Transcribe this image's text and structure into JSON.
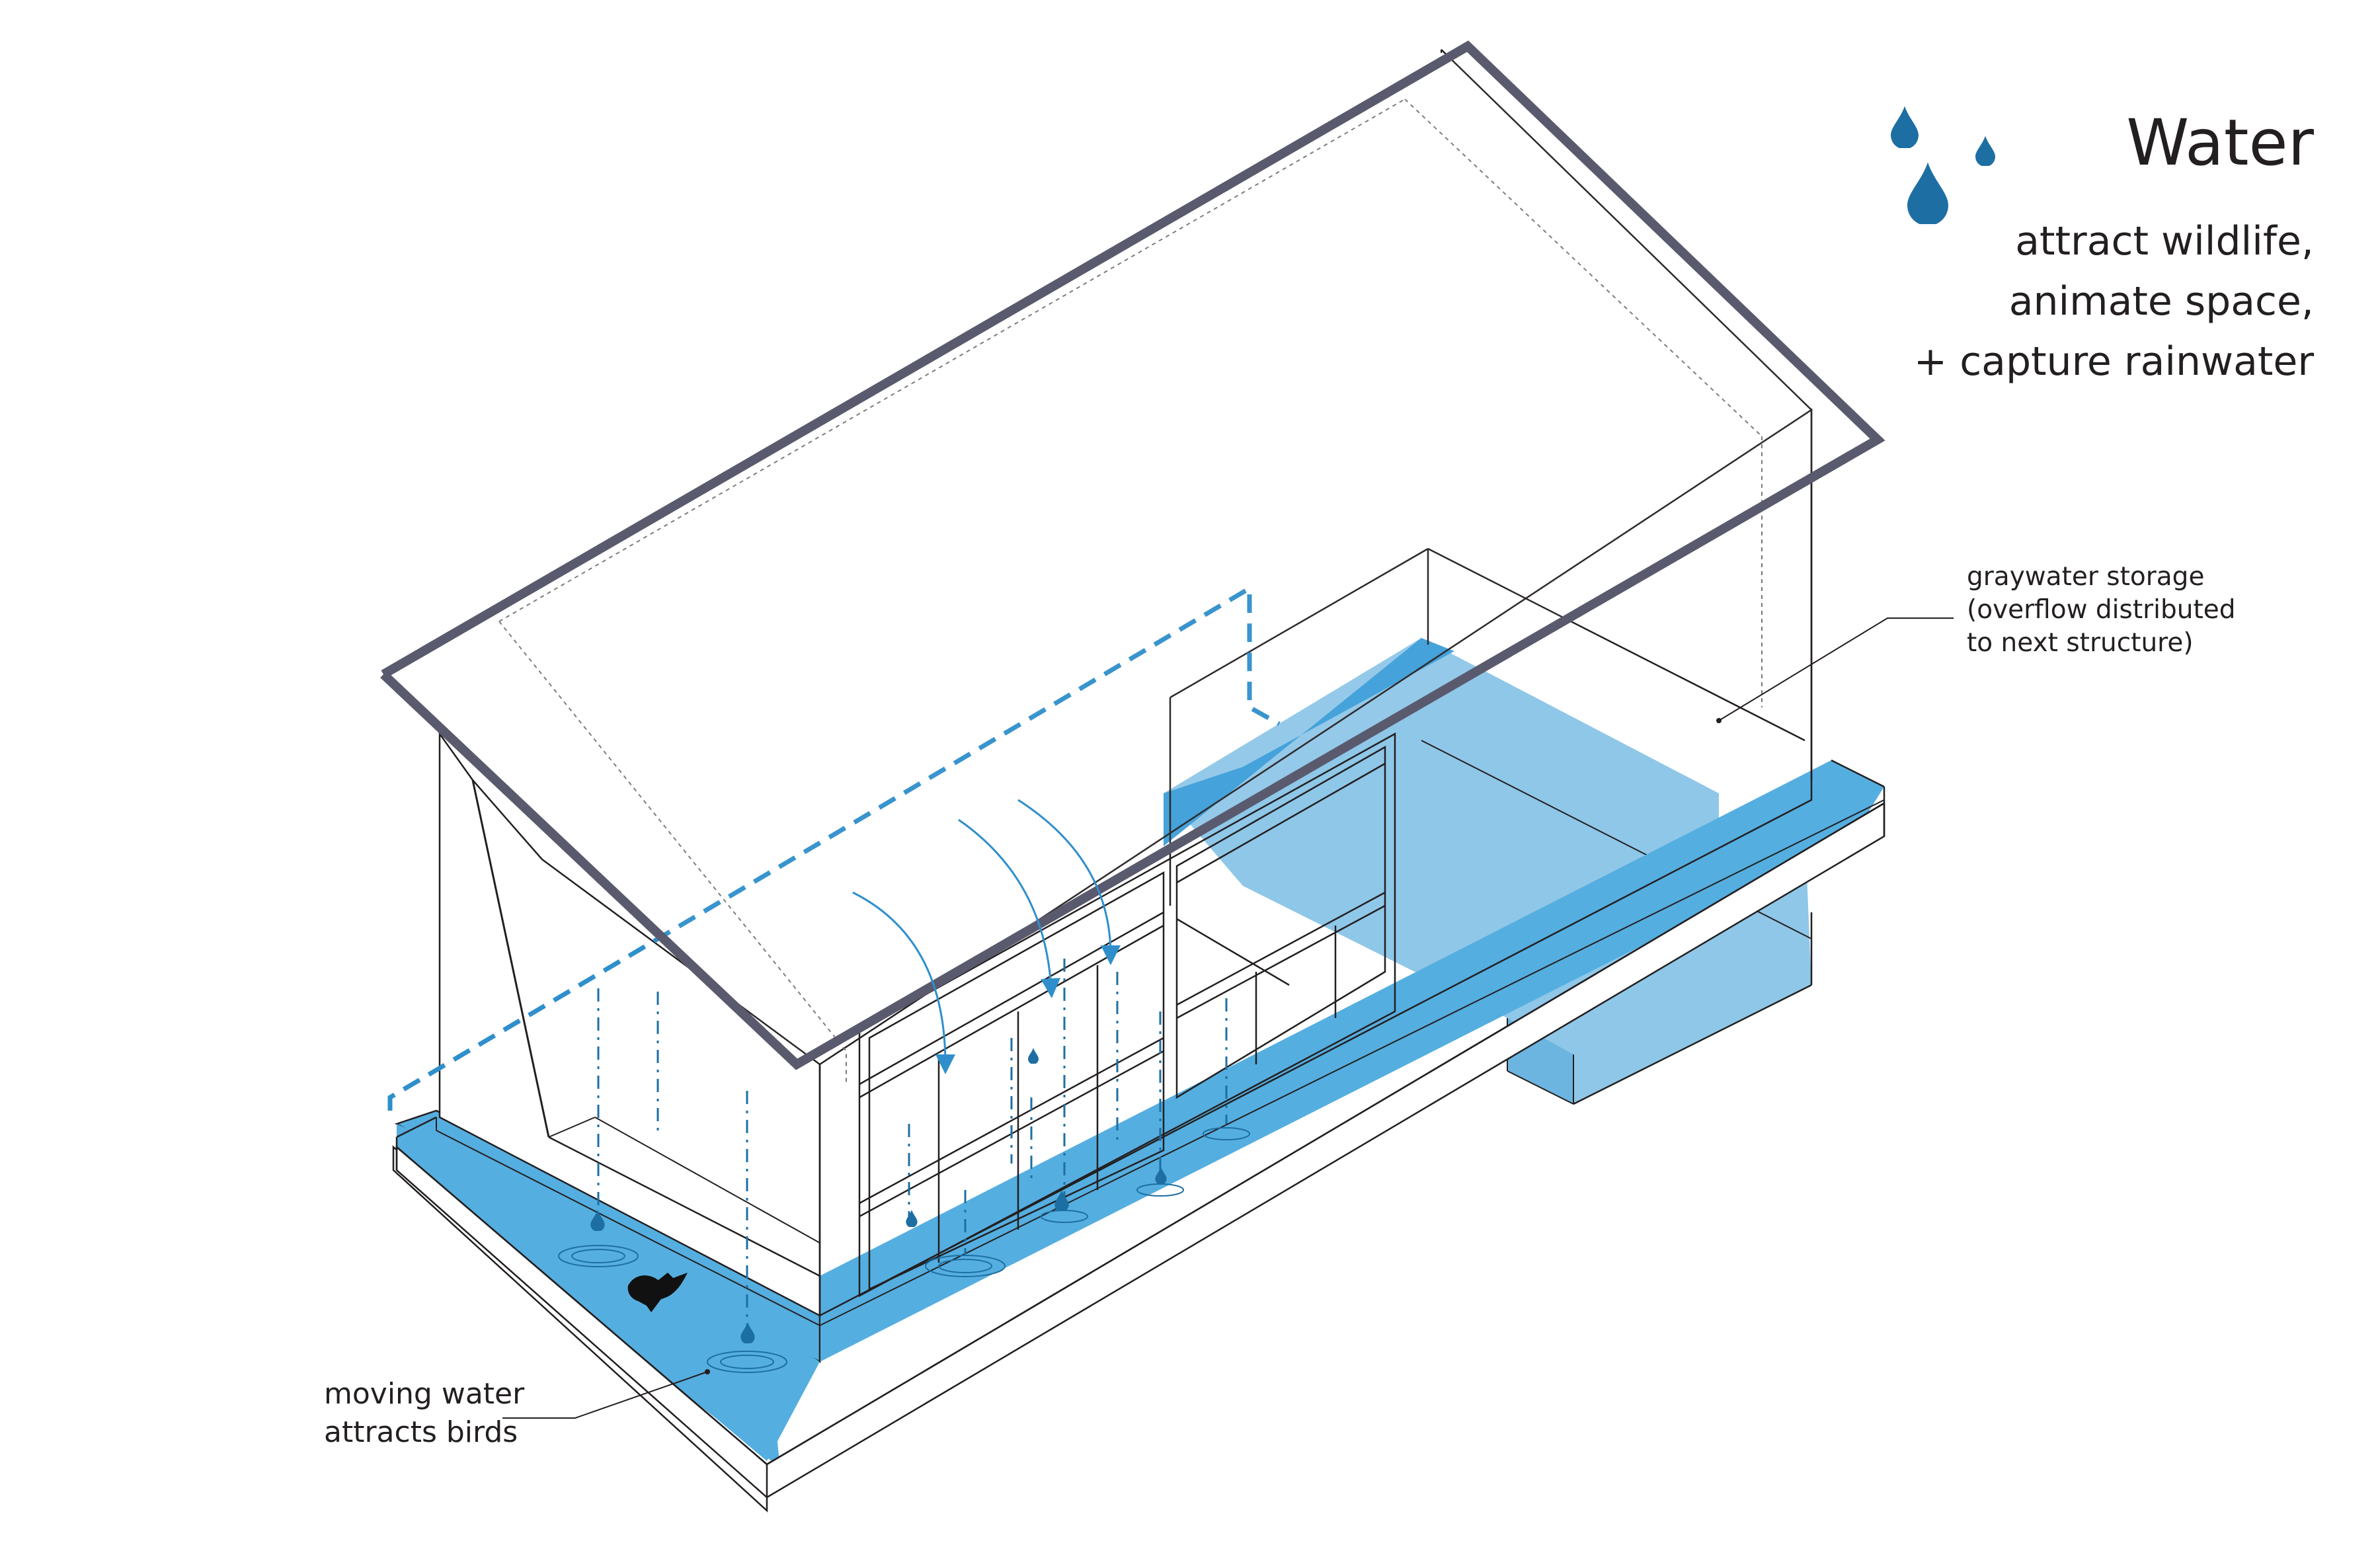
{
  "header": {
    "title": "Water",
    "subtitle_lines": [
      "attract wildlife,",
      "animate space,",
      "+ capture rainwater"
    ]
  },
  "annotations": {
    "graywater": [
      "graywater storage",
      "(overflow distributed",
      "to next structure)"
    ],
    "birds": [
      "moving water",
      "attracts birds"
    ]
  },
  "colors": {
    "water": "#55aee0",
    "water_light": "#8fc7e8",
    "tank": "#3c9dd8",
    "roof": "#5a5a6e",
    "line": "#231f20",
    "drop": "#1d6fa3"
  },
  "icons": [
    "water-drop-icon",
    "bird-icon"
  ]
}
